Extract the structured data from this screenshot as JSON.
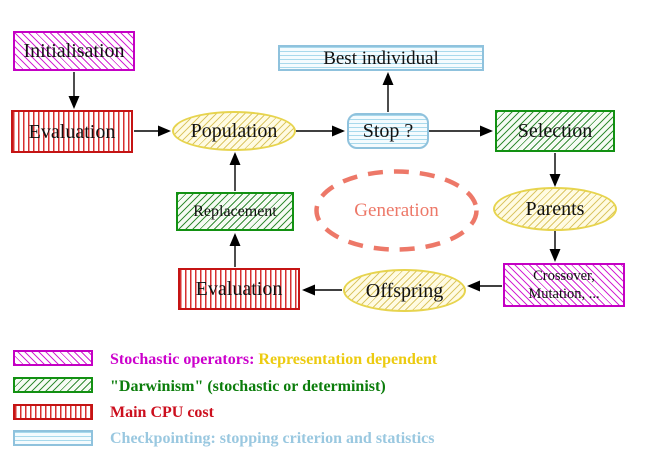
{
  "figure": {
    "type": "flow-diagram",
    "title_implied": "Evolutionary algorithm generation loop"
  },
  "nodes": {
    "initialisation": {
      "label": "Initialisation",
      "style": "magenta-hatch"
    },
    "evaluation_top": {
      "label": "Evaluation",
      "style": "red-stripes"
    },
    "population": {
      "label": "Population",
      "style": "yellow-hatch-ellipse"
    },
    "best_individual": {
      "label": "Best individual",
      "style": "cyan-lines"
    },
    "stop": {
      "label": "Stop ?",
      "style": "cyan-lines-rounded"
    },
    "selection": {
      "label": "Selection",
      "style": "green-hatch"
    },
    "replacement": {
      "label": "Replacement",
      "style": "green-hatch"
    },
    "generation": {
      "label": "Generation",
      "style": "salmon-dashed-ellipse"
    },
    "parents": {
      "label": "Parents",
      "style": "yellow-hatch-ellipse"
    },
    "crossover_mutation": {
      "label_line1": "Crossover,",
      "label_line2": "Mutation, ...",
      "style": "magenta-hatch"
    },
    "offspring": {
      "label": "Offspring",
      "style": "yellow-hatch-ellipse"
    },
    "evaluation_bottom": {
      "label": "Evaluation",
      "style": "red-stripes"
    }
  },
  "edges": [
    "initialisation->evaluation_top",
    "evaluation_top->population",
    "population->stop",
    "stop->best_individual",
    "stop->selection",
    "selection->parents",
    "parents->crossover_mutation",
    "crossover_mutation->offspring",
    "offspring->evaluation_bottom",
    "evaluation_bottom->replacement",
    "replacement->population"
  ],
  "legend": {
    "items": [
      {
        "swatch": "magenta-hatch",
        "text_primary": "Stochastic operators:",
        "text_secondary": "Representation dependent"
      },
      {
        "swatch": "green-hatch",
        "text_primary": "\"Darwinism\" (stochastic or determinist)"
      },
      {
        "swatch": "red-stripes",
        "text_primary": "Main CPU cost"
      },
      {
        "swatch": "cyan-lines",
        "text_primary": "Checkpointing: stopping criterion and statistics"
      }
    ]
  },
  "colors": {
    "magenta": "#cc00cc",
    "green": "#0b7d0b",
    "red": "#cc0f1e",
    "cyan_blue": "#8fc2dd",
    "yellow_gold": "#eccb10",
    "yellow_border": "#e7d44e",
    "salmon": "#ed7868",
    "arrow": "#000000",
    "background": "#ffffff"
  }
}
